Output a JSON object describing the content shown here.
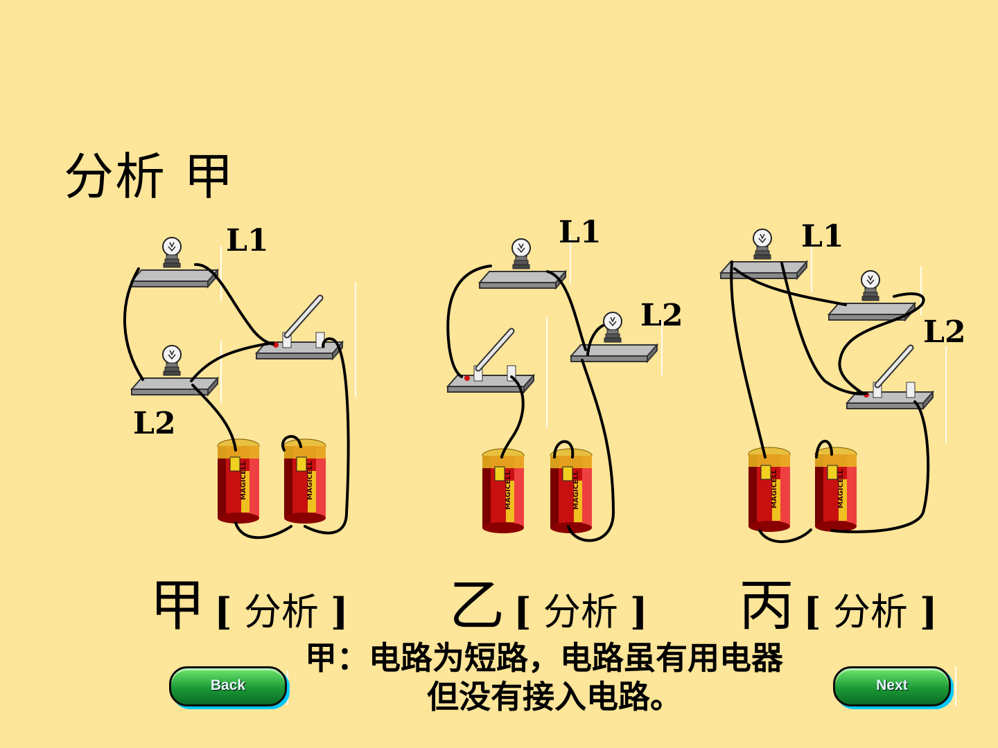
{
  "slide": {
    "title": "分析  甲",
    "labels": {
      "jia_l1": "L1",
      "jia_l2": "L2",
      "yi_l1": "L1",
      "yi_l2": "L2",
      "bing_l1": "L1",
      "bing_l2": "L2"
    },
    "battery_text": "MAGICELL",
    "captions": [
      {
        "big": "甲",
        "small": "分析"
      },
      {
        "big": "乙",
        "small": "分析"
      },
      {
        "big": "丙",
        "small": "分析"
      }
    ],
    "bracket_open": "[",
    "bracket_close": "]",
    "analysis_line1": "甲：电路为短路，电路虽有用电器",
    "analysis_line2": "但没有接入电路。"
  },
  "nav": {
    "back_label": "Back",
    "next_label": "Next"
  },
  "colors": {
    "background": "#fde599",
    "battery_red": "#cc1010",
    "battery_gold": "#e8b820",
    "board_gray": "#b0b0b0",
    "nav_green": "#1c9a36",
    "nav_shadow": "#00c8ff"
  }
}
